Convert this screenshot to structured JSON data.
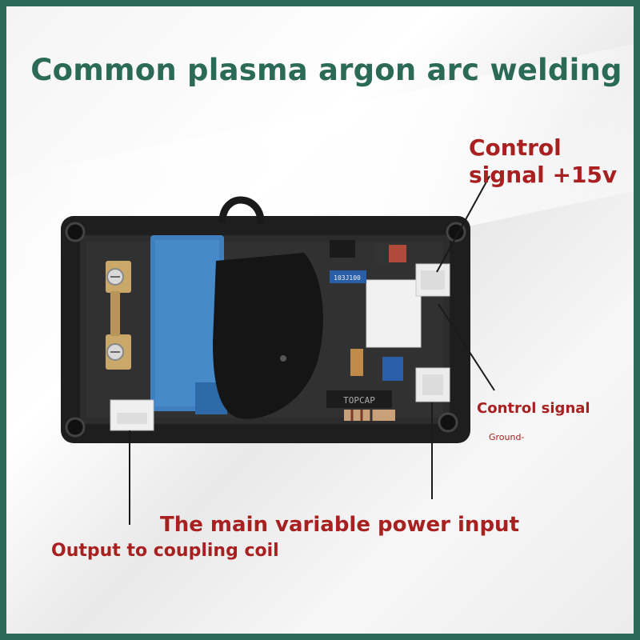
{
  "title": "Common plasma argon arc welding",
  "labels": {
    "control_15v_line1": "Control",
    "control_15v_line2": "signal +15v",
    "control_signal": "Control signal",
    "ground": "Ground-",
    "main_input": "The main variable power input",
    "output_coil": "Output to coupling coil"
  },
  "board": {
    "chip_label": "TOPCAP",
    "capacitor_code": "103J100"
  },
  "colors": {
    "frame": "#2a6a56",
    "title": "#2a6a56",
    "label_red": "#a8201f"
  }
}
